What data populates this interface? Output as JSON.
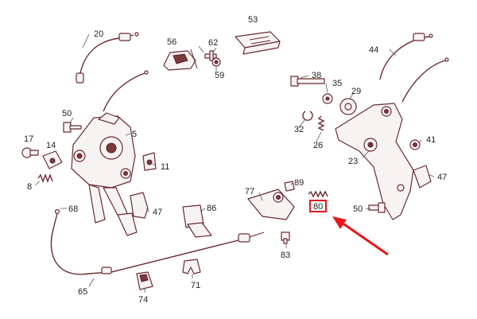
{
  "callouts": {
    "c20": "20",
    "c53": "53",
    "c56": "56",
    "c62": "62",
    "c59": "59",
    "c44": "44",
    "c38": "38",
    "c35": "35",
    "c29": "29",
    "c50a": "50",
    "c5": "5",
    "c17": "17",
    "c14": "14",
    "c11": "11",
    "c32": "32",
    "c26": "26",
    "c41": "41",
    "c23": "23",
    "c8": "8",
    "c47a": "47",
    "c68": "68",
    "c86": "86",
    "c77": "77",
    "c89": "89",
    "c80": "80",
    "c50b": "50",
    "c47b": "47",
    "c83": "83",
    "c65": "65",
    "c71": "71",
    "c74": "74"
  },
  "highlight": {
    "label": "80",
    "color": "#e8161b"
  },
  "colors": {
    "line": "#6b2b33",
    "highlight": "#e8161b"
  }
}
